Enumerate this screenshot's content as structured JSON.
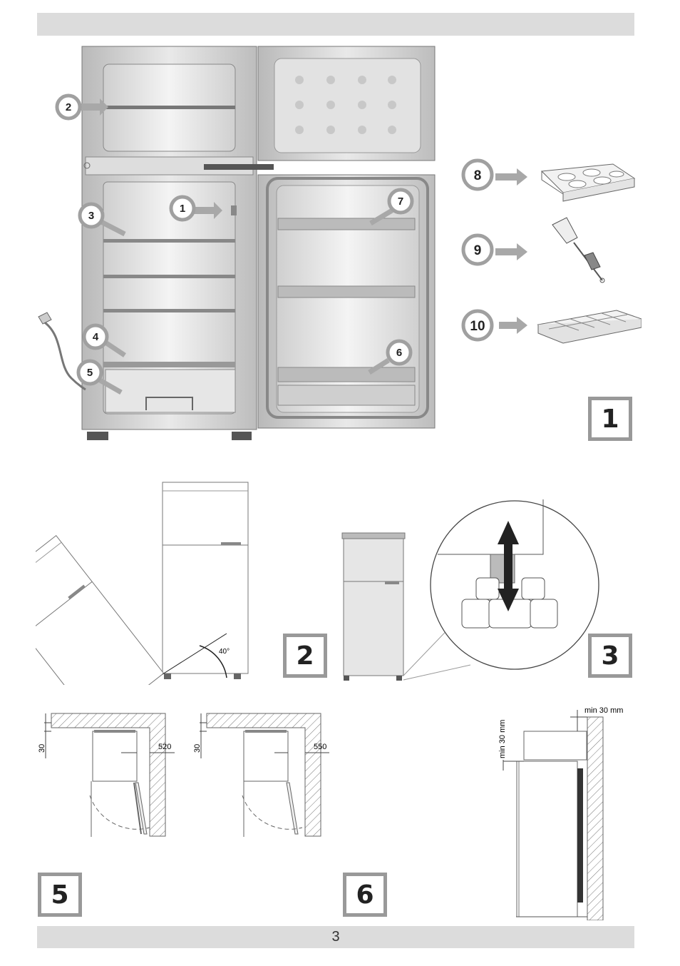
{
  "page_number": "3",
  "figures": {
    "fig1": {
      "number": "1"
    },
    "fig2": {
      "number": "2",
      "angle": "40°"
    },
    "fig3": {
      "number": "3"
    },
    "fig5": {
      "number": "5",
      "left_gap": "30",
      "left_depth": "520",
      "right_gap": "30",
      "right_depth": "550"
    },
    "fig6": {
      "number": "6",
      "top_clearance": "min 30 mm",
      "side_clearance": "min 30 mm"
    }
  },
  "callouts": {
    "c1": "1",
    "c2": "2",
    "c3": "3",
    "c4": "4",
    "c5": "5",
    "c6": "6",
    "c7": "7",
    "c8": "8",
    "c9": "9",
    "c10": "10"
  },
  "accessory_icons": [
    "egg-tray-icon",
    "ice-scraper-icon",
    "ice-cube-tray-icon"
  ],
  "colors": {
    "band": "#dcdcdc",
    "frame": "#999999",
    "callout_ring": "#a0a0a0"
  }
}
